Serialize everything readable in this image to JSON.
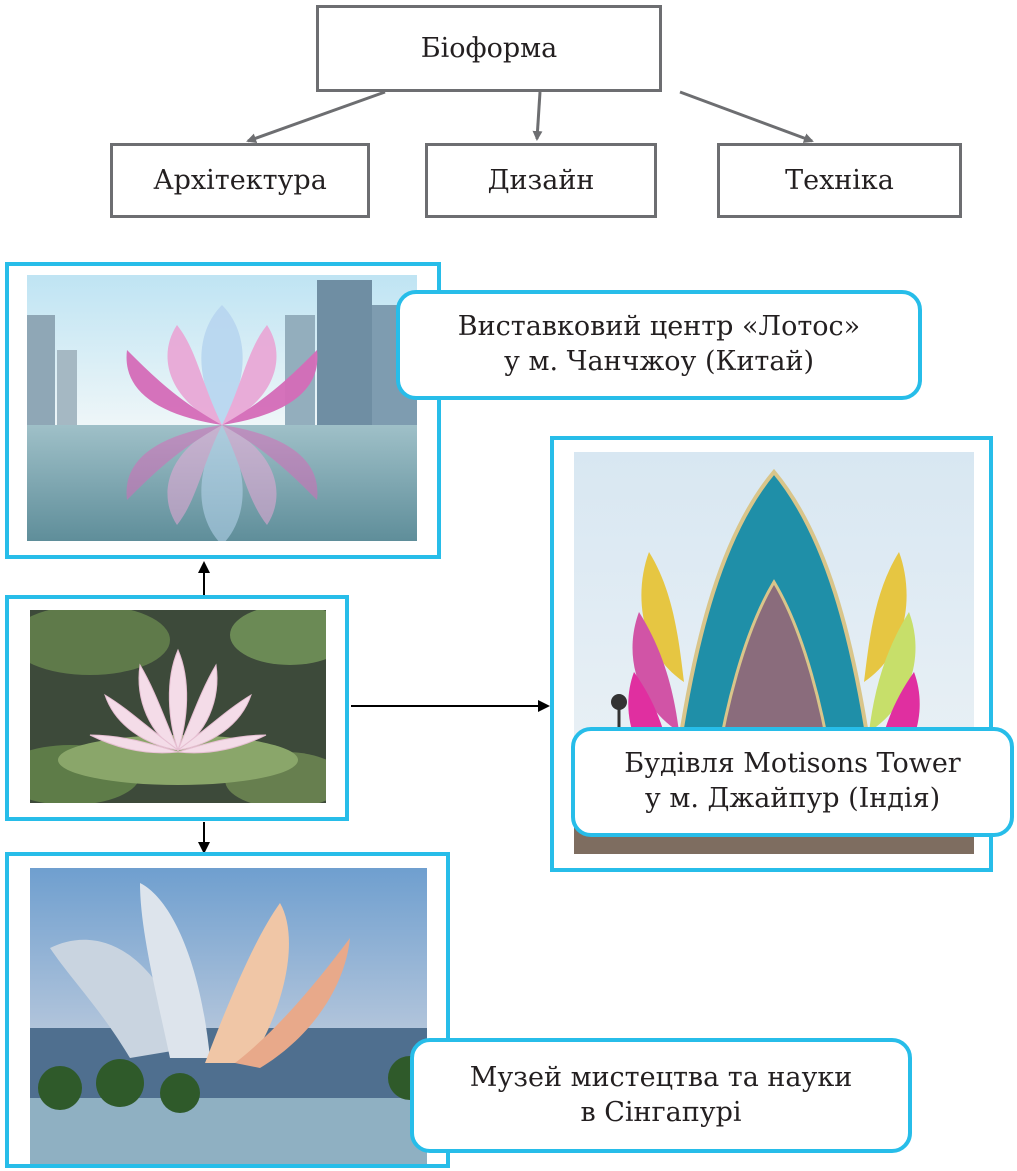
{
  "diagram": {
    "root": "Біоформа",
    "children": [
      "Архітектура",
      "Дизайн",
      "Техніка"
    ]
  },
  "photos": {
    "source": "lotus-flower-photo",
    "top": "lotus-exhibition-center-photo",
    "right": "motisons-tower-photo",
    "bottom": "artscience-museum-photo"
  },
  "captions": {
    "lotos": [
      "Виставковий центр «Лотос»",
      "у м. Чанчжоу (Китай)"
    ],
    "motisons": [
      "Будівля Motisons Tower",
      "у м. Джайпур (Індія)"
    ],
    "museum": [
      "Музей мистецтва та науки",
      "в Сінгапурі"
    ]
  },
  "colors": {
    "frame": "#27bde9",
    "box_border": "#6d6e71",
    "arrow": "#000000",
    "connector": "#6d6e71"
  }
}
